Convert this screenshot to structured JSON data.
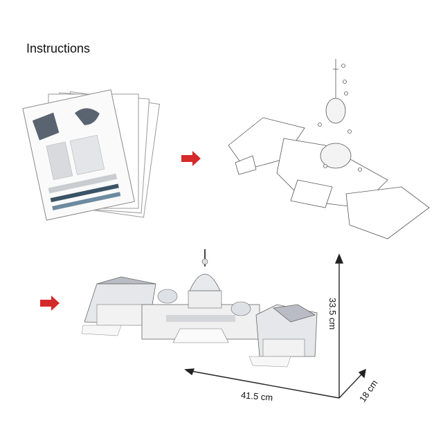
{
  "title": "Instructions",
  "dimensions": {
    "width": "41.5 cm",
    "height": "33.5 cm",
    "depth": "18 cm"
  },
  "colors": {
    "arrow": "#d42a2a",
    "line": "#222222",
    "sheet_gray": "#5a6370"
  }
}
